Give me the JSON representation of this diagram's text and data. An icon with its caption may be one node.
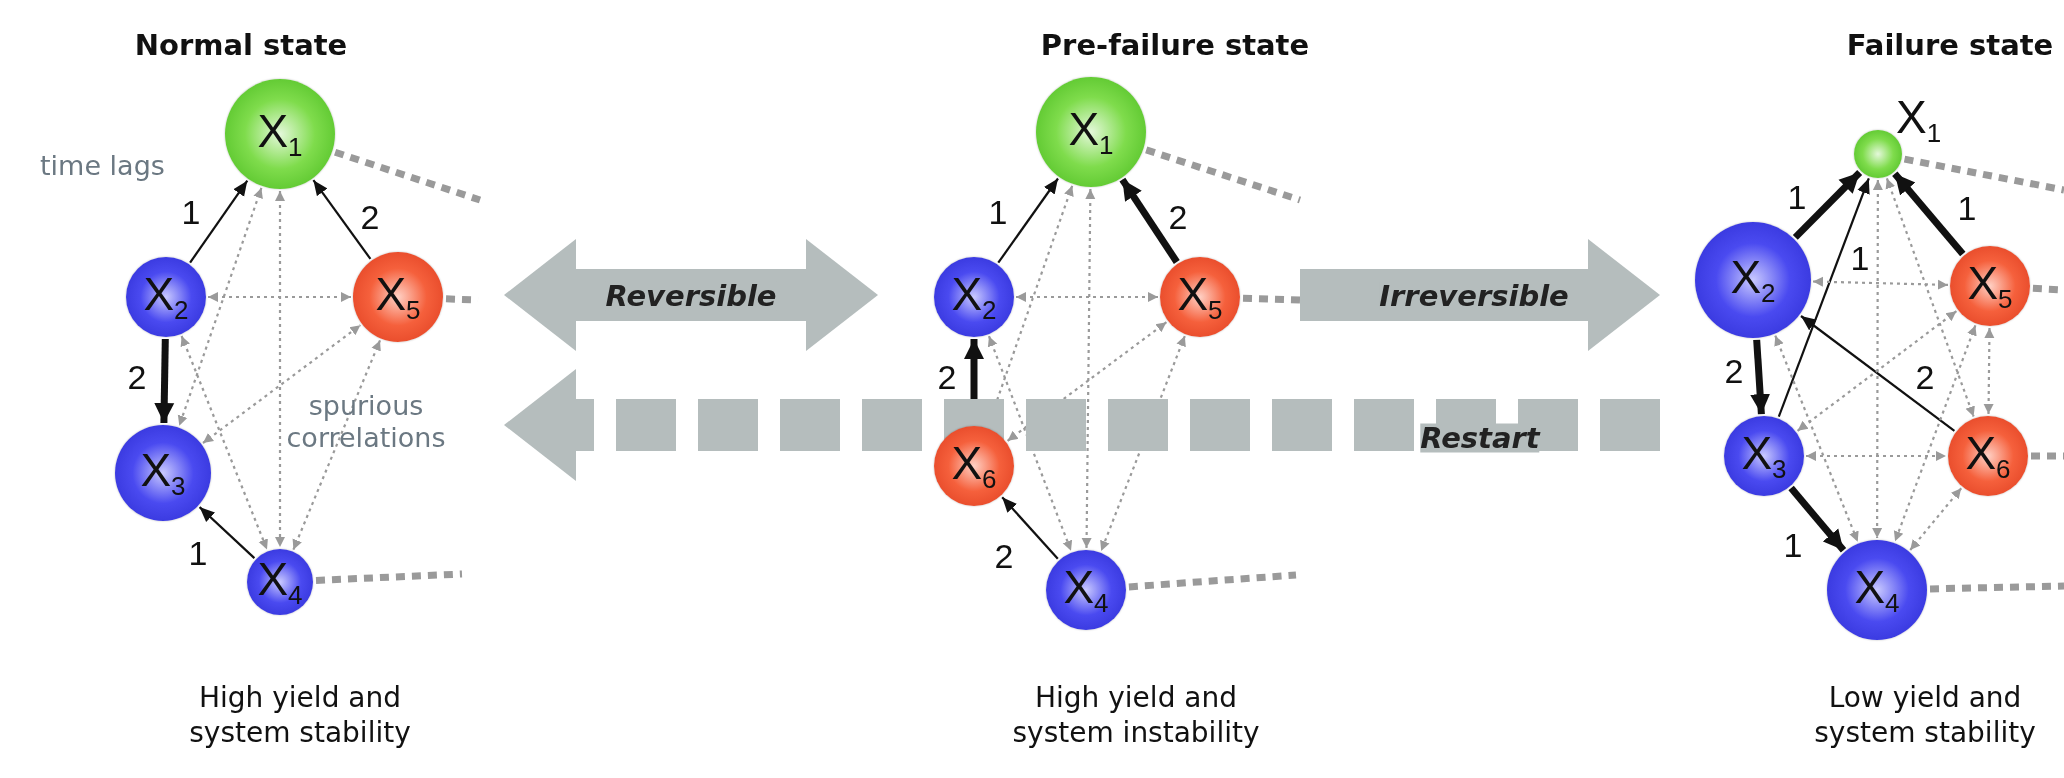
{
  "diagram": {
    "nodes": [
      {
        "text": [
          "Normal state",
          "High yield and system stability"
        ]
      },
      {
        "text": [
          "X$_{1}$"
        ],
        "in": 0
      },
      {
        "text": [
          "X$_{2}$"
        ],
        "in": 0
      },
      {
        "text": [
          "X$_{5}$"
        ],
        "in": 0
      },
      {
        "text": [
          "X$_{3}$"
        ],
        "in": 0
      },
      {
        "text": [
          "X$_{4}$"
        ],
        "in": 0
      },
      {
        "text": [
          "Pre-failure state",
          "High yield and system instability"
        ]
      },
      {
        "text": [
          "X$_{1}$"
        ],
        "in": 6
      },
      {
        "text": [
          "X$_{2}$"
        ],
        "in": 6
      },
      {
        "text": [
          "X$_{5}$"
        ],
        "in": 6
      },
      {
        "text": [
          "X$_{6}$"
        ],
        "in": 6
      },
      {
        "text": [
          "X$_{4}$"
        ],
        "in": 6
      },
      {
        "text": [
          "Failure state",
          "Low yield and system stability"
        ]
      },
      {
        "text": [
          "X$_{1}$"
        ],
        "in": 12
      },
      {
        "text": [
          "X$_{2}$"
        ],
        "in": 12
      },
      {
        "text": [
          "X$_{5}$"
        ],
        "in": 12
      },
      {
        "text": [
          "X$_{3}$"
        ],
        "in": 12
      },
      {
        "text": [
          "X$_{6}$"
        ],
        "in": 12
      },
      {
        "text": [
          "X$_{4}$"
        ],
        "in": 12
      }
    ],
    "edges": [
      {
        "from": 2,
        "to": 1,
        "arrow": "to",
        "label": "1",
        "color": "#111111"
      },
      {
        "from": 3,
        "to": 1,
        "arrow": "to",
        "label": "2",
        "color": "#111111"
      },
      {
        "from": 2,
        "to": 4,
        "arrow": "to",
        "label": "2",
        "style": "thick",
        "color": "#111111"
      },
      {
        "from": 5,
        "to": 4,
        "arrow": "to",
        "label": "1",
        "color": "#111111"
      },
      {
        "from": 1,
        "to": 4,
        "arrow": "both",
        "style": "dashed"
      },
      {
        "from": 1,
        "to": 5,
        "arrow": "both",
        "style": "dashed"
      },
      {
        "from": 2,
        "to": 3,
        "arrow": "both",
        "style": "dashed"
      },
      {
        "from": 2,
        "to": 5,
        "arrow": "both",
        "style": "dashed"
      },
      {
        "from": 4,
        "to": 3,
        "arrow": "both",
        "style": "dashed"
      },
      {
        "from": 3,
        "to": 5,
        "arrow": "both",
        "style": "dashed"
      },
      {
        "from": 1,
        "to": null,
        "arrow": "none",
        "style": "dashed"
      },
      {
        "from": 3,
        "to": null,
        "arrow": "none",
        "style": "dashed"
      },
      {
        "from": 5,
        "to": null,
        "arrow": "none",
        "style": "dashed"
      },
      {
        "from": 8,
        "to": 7,
        "arrow": "to",
        "label": "1",
        "color": "#111111"
      },
      {
        "from": 9,
        "to": 7,
        "arrow": "to",
        "label": "2",
        "style": "thick",
        "color": "#111111"
      },
      {
        "from": 10,
        "to": 8,
        "arrow": "to",
        "label": "2",
        "style": "thick",
        "color": "#111111"
      },
      {
        "from": 11,
        "to": 10,
        "arrow": "to",
        "label": "2",
        "color": "#111111"
      },
      {
        "from": 7,
        "to": 10,
        "arrow": "both",
        "style": "dashed"
      },
      {
        "from": 7,
        "to": 11,
        "arrow": "both",
        "style": "dashed"
      },
      {
        "from": 8,
        "to": 9,
        "arrow": "both",
        "style": "dashed"
      },
      {
        "from": 8,
        "to": 11,
        "arrow": "both",
        "style": "dashed"
      },
      {
        "from": 10,
        "to": 9,
        "arrow": "both",
        "style": "dashed"
      },
      {
        "from": 9,
        "to": 11,
        "arrow": "both",
        "style": "dashed"
      },
      {
        "from": 7,
        "to": null,
        "arrow": "none",
        "style": "dashed"
      },
      {
        "from": 9,
        "to": null,
        "arrow": "none",
        "style": "dashed"
      },
      {
        "from": 11,
        "to": null,
        "arrow": "none",
        "style": "dashed"
      },
      {
        "from": 14,
        "to": 13,
        "arrow": "to",
        "label": "1",
        "style": "thick",
        "color": "#111111"
      },
      {
        "from": 16,
        "to": 13,
        "arrow": "to",
        "label": "1",
        "color": "#111111"
      },
      {
        "from": 15,
        "to": 13,
        "arrow": "to",
        "label": "1",
        "style": "thick",
        "color": "#111111"
      },
      {
        "from": 17,
        "to": 14,
        "arrow": "to",
        "label": "2",
        "color": "#111111"
      },
      {
        "from": 14,
        "to": 16,
        "arrow": "to",
        "label": "2",
        "style": "thick",
        "color": "#111111"
      },
      {
        "from": 16,
        "to": 18,
        "arrow": "to",
        "label": "1",
        "style": "thick",
        "color": "#111111"
      },
      {
        "from": 14,
        "to": 15,
        "arrow": "both",
        "style": "dashed"
      },
      {
        "from": 16,
        "to": 17,
        "arrow": "both",
        "style": "dashed"
      },
      {
        "from": 13,
        "to": 18,
        "arrow": "both",
        "style": "dashed"
      },
      {
        "from": 13,
        "to": 17,
        "arrow": "both",
        "style": "dashed"
      },
      {
        "from": 14,
        "to": 18,
        "arrow": "both",
        "style": "dashed"
      },
      {
        "from": 16,
        "to": 15,
        "arrow": "both",
        "style": "dashed"
      },
      {
        "from": 15,
        "to": 18,
        "arrow": "both",
        "style": "dashed"
      },
      {
        "from": 15,
        "to": 17,
        "arrow": "both",
        "style": "dashed"
      },
      {
        "from": 17,
        "to": 18,
        "arrow": "both",
        "style": "dashed"
      },
      {
        "from": 13,
        "to": null,
        "arrow": "none",
        "style": "dashed"
      },
      {
        "from": 15,
        "to": null,
        "arrow": "none",
        "style": "dashed"
      },
      {
        "from": 17,
        "to": null,
        "arrow": "none",
        "style": "dashed"
      },
      {
        "from": 18,
        "to": null,
        "arrow": "none",
        "style": "dashed"
      },
      {
        "from": 0,
        "to": 6,
        "arrow": "both",
        "label": "Reversible",
        "style": "thick",
        "color": "#b5bdbd"
      },
      {
        "from": 6,
        "to": 12,
        "arrow": "to",
        "label": "Irreversible",
        "style": "thick",
        "color": "#b5bdbd"
      },
      {
        "from": 12,
        "to": 0,
        "arrow": "to",
        "label": "Restart",
        "style": "dashed",
        "color": "#b5bdbd"
      }
    ],
    "labels": [
      "time lags",
      "spurious correlations"
    ]
  }
}
